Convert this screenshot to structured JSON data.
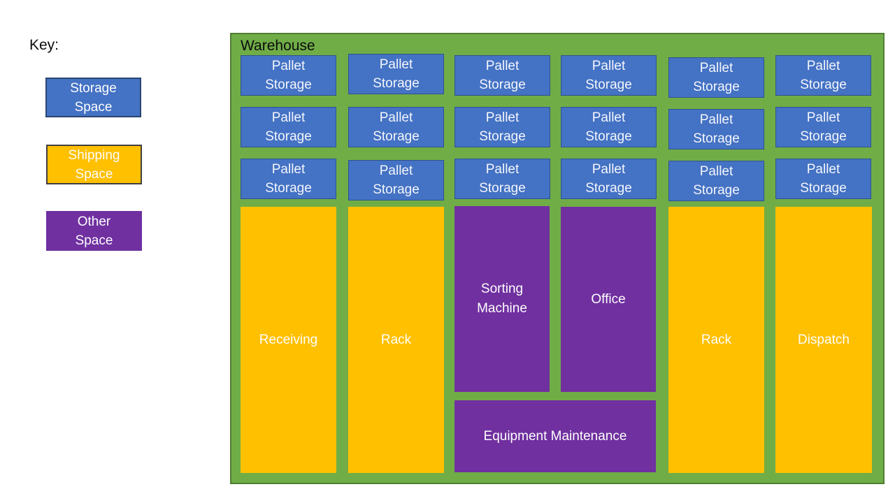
{
  "key": {
    "title": "Key:",
    "items": [
      {
        "label": "Storage Space",
        "color": "#4472C4"
      },
      {
        "label": "Shipping Space",
        "color": "#FFC000"
      },
      {
        "label": "Other Space",
        "color": "#7030A0"
      }
    ]
  },
  "warehouse": {
    "title": "Warehouse",
    "pallet_label": "Pallet Storage",
    "pallet_rows": 3,
    "pallet_columns": 6,
    "pallet_count": 18,
    "zones": {
      "receiving": "Receiving",
      "rack_left": "Rack",
      "sorting_machine": "Sorting Machine",
      "office": "Office",
      "rack_right": "Rack",
      "dispatch": "Dispatch",
      "equipment_maintenance": "Equipment Maintenance"
    }
  },
  "colors": {
    "storage_space": "#4472C4",
    "storage_border": "#2F528F",
    "shipping_space": "#FFC000",
    "other_space": "#7030A0",
    "warehouse_background": "#70AD47",
    "warehouse_border": "#507E32",
    "box_text": "#FFFFFF",
    "heading_text": "#000000"
  }
}
